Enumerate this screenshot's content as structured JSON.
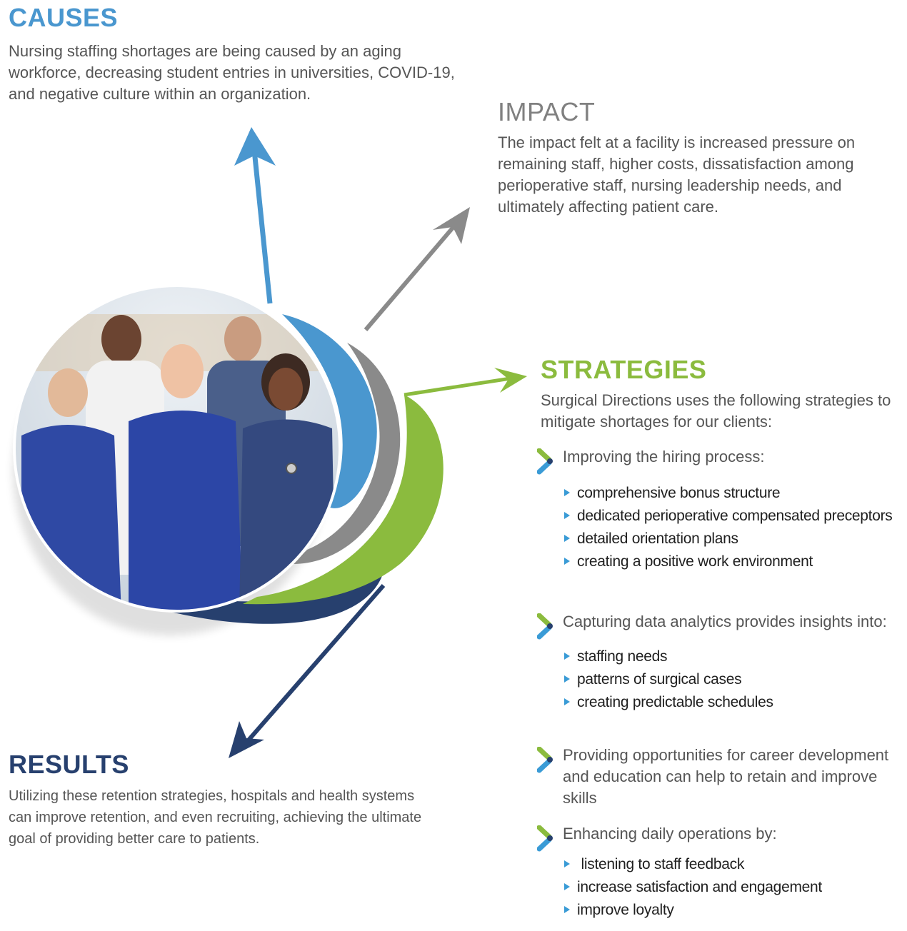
{
  "causes": {
    "title": "CAUSES",
    "text": "Nursing staffing shortages are being caused by an aging workforce, decreasing student entries in universities, COVID-19, and negative culture within an organization."
  },
  "impact": {
    "title": "IMPACT",
    "text": "The impact felt at a facility is increased pressure on remaining staff, higher costs, dissatisfaction among perioperative staff, nursing leadership needs, and ultimately affecting patient care."
  },
  "strategies": {
    "title": "STRATEGIES",
    "intro": "Surgical Directions uses the following strategies to mitigate shortages for our clients:",
    "groups": [
      {
        "heading": "Improving the hiring process:",
        "items": [
          "comprehensive bonus structure",
          "dedicated perioperative compensated preceptors",
          "detailed orientation plans",
          "creating a positive work environment"
        ]
      },
      {
        "heading": "Capturing data analytics provides insights into:",
        "items": [
          "staffing needs",
          "patterns of surgical cases",
          "creating predictable schedules"
        ]
      },
      {
        "heading": "Providing opportunities for career development and education can help to retain and improve skills",
        "items": []
      },
      {
        "heading": "Enhancing daily operations by:",
        "items": [
          " listening to staff feedback",
          "increase satisfaction and engagement",
          "improve loyalty"
        ]
      }
    ]
  },
  "results": {
    "title": "RESULTS",
    "text": "Utilizing these retention strategies, hospitals and health systems can improve retention, and even recruiting, achieving the ultimate goal of providing better care to patients."
  },
  "colors": {
    "causes": "#4a97cf",
    "impact": "#808080",
    "strategies": "#8bbb3e",
    "results": "#27406e",
    "bullet": "#3a9bd6"
  },
  "icons": {
    "group_bullet": "chevron-icon",
    "item_bullet": "triangle-bullet-icon",
    "photo": "healthcare-team-photo"
  }
}
